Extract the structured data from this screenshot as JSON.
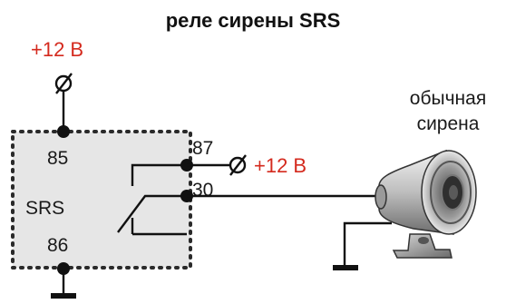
{
  "title": "реле сирены SRS",
  "supply_label_top": "+12 В",
  "supply_label_right": "+12 В",
  "relay": {
    "name": "SRS",
    "pins": {
      "p85": "85",
      "p86": "86",
      "p87": "87",
      "p30": "30"
    }
  },
  "siren": {
    "line1": "обычная",
    "line2": "сирена"
  },
  "colors": {
    "accent_red": "#d42a1e",
    "relay_fill": "#e6e6e6",
    "wire": "#111111"
  }
}
